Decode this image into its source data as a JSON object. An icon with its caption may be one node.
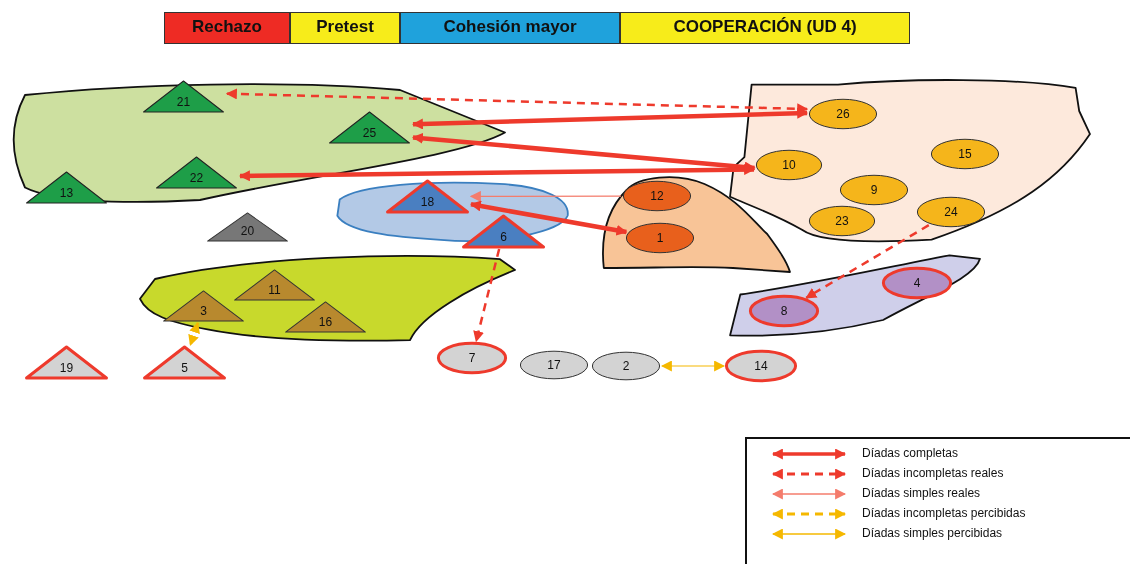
{
  "diagram": {
    "nodes": [
      {
        "text": [],
        "shape": "cloud"
      },
      {
        "text": [
          "21"
        ],
        "in": 0
      },
      {
        "text": [
          "25"
        ],
        "in": 0
      },
      {
        "text": [
          "13"
        ],
        "in": 0
      },
      {
        "text": [
          "22"
        ],
        "in": 0
      },
      {
        "text": [],
        "shape": "cloud"
      },
      {
        "text": [
          "26"
        ],
        "in": 5
      },
      {
        "text": [
          "10"
        ],
        "in": 5
      },
      {
        "text": [
          "15"
        ],
        "in": 5
      },
      {
        "text": [
          "9"
        ],
        "in": 5
      },
      {
        "text": [
          "23"
        ],
        "in": 5
      },
      {
        "text": [
          "24"
        ],
        "in": 5
      },
      {
        "text": [],
        "shape": "cloud"
      },
      {
        "text": [
          "18"
        ],
        "in": 12
      },
      {
        "text": [
          "6"
        ],
        "in": 12
      },
      {
        "text": [],
        "shape": "cloud"
      },
      {
        "text": [
          "12"
        ],
        "in": 15
      },
      {
        "text": [
          "1"
        ],
        "in": 15
      },
      {
        "text": [
          "20"
        ]
      },
      {
        "text": [],
        "shape": "cloud"
      },
      {
        "text": [
          "11"
        ],
        "in": 19
      },
      {
        "text": [
          "3"
        ],
        "in": 19
      },
      {
        "text": [
          "16"
        ],
        "in": 19
      },
      {
        "text": [],
        "shape": "cloud"
      },
      {
        "text": [
          "4"
        ],
        "in": 23
      },
      {
        "text": [
          "8"
        ],
        "in": 23
      },
      {
        "text": [
          "19"
        ]
      },
      {
        "text": [
          "5"
        ]
      },
      {
        "text": [
          "7"
        ]
      },
      {
        "text": [
          "17"
        ]
      },
      {
        "text": [
          "2"
        ]
      },
      {
        "text": [
          "14"
        ]
      }
    ],
    "edges": [
      {
        "from": 1,
        "to": 6,
        "arrow": "both",
        "style": "dashed"
      },
      {
        "from": 2,
        "to": 6,
        "arrow": "both",
        "style": "thick"
      },
      {
        "from": 2,
        "to": 7,
        "arrow": "both",
        "style": "thick"
      },
      {
        "from": 4,
        "to": 7,
        "arrow": "both",
        "style": "thick"
      },
      {
        "from": 16,
        "to": 13,
        "arrow": "to",
        "color": "#f47c6c"
      },
      {
        "from": 13,
        "to": 17,
        "arrow": "both",
        "style": "thick"
      },
      {
        "from": 14,
        "to": 28,
        "arrow": "to",
        "style": "dashed"
      },
      {
        "from": 11,
        "to": 25,
        "arrow": "to",
        "style": "dashed"
      },
      {
        "from": 21,
        "to": 27,
        "arrow": "both",
        "style": "dashed",
        "color": "#f5b800"
      },
      {
        "from": 30,
        "to": 31,
        "arrow": "both",
        "color": "#f5b800"
      }
    ],
    "labels": [
      "Rechazo",
      "Pretest",
      "Cohesión mayor",
      "COOPERACIÓN (UD 4)"
    ],
    "legend": [
      {
        "text": "Díadas completas"
      },
      {
        "text": "Díadas incompletas reales"
      },
      {
        "text": "Díadas simples reales"
      },
      {
        "text": "Díadas incompletas percibidas"
      },
      {
        "text": "Díadas simples percibidas"
      }
    ]
  }
}
